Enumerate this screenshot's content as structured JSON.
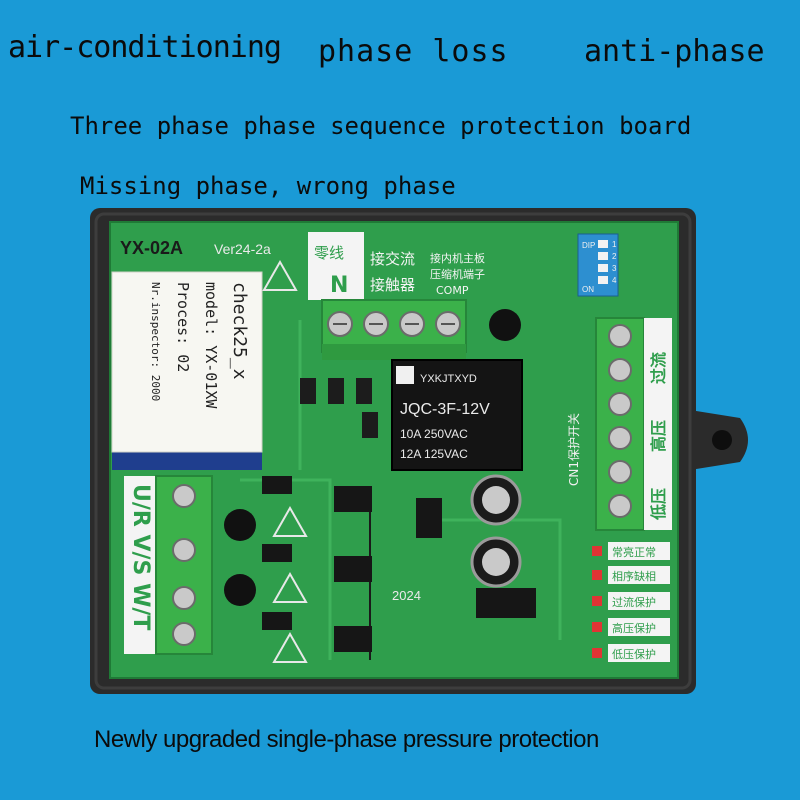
{
  "captions": {
    "air_conditioning": "air-conditioning",
    "phase_loss": "phase loss",
    "anti_phase": "anti-phase",
    "title": "Three phase phase sequence protection board",
    "missing_phase": "Missing phase, wrong phase",
    "upgraded": "Newly upgraded single-phase pressure protection"
  },
  "board": {
    "model": "YX-02A",
    "version": "Ver24-2a",
    "year": "2024",
    "neutral_label": "零线",
    "neutral_letter": "N",
    "contactor_label_1": "接交流",
    "contactor_label_2": "接触器",
    "comp_label_1": "接内机主板",
    "comp_label_2": "压缩机端子",
    "comp_label_3": "COMP",
    "phase_terminals": "U/R V/S W/T",
    "pressure_terminals": [
      "低压",
      "高压",
      "过流"
    ],
    "cn1_label": "CN1保护开关",
    "status_leds": [
      "常亮正常",
      "相序缺相",
      "过流保护",
      "高压保护",
      "低压保护"
    ],
    "dip_label": "DIP",
    "dip_on": "ON",
    "dip_numbers": [
      "1",
      "2",
      "3",
      "4"
    ]
  },
  "relay": {
    "brand": "YXKJTXYD",
    "model": "JQC-3F-12V",
    "rating_1": "10A 250VAC",
    "rating_2": "12A 125VAC"
  },
  "sticker": {
    "check": "check25_x",
    "model": "model: YX-01XW",
    "proces": "Proces: 02",
    "inspector": "Nr.inspector: 2000"
  },
  "colors": {
    "background": "#1a9ad6",
    "housing": "#2a2a2a",
    "pcb": "#2e9e4b",
    "terminal_block": "#3cb04a"
  }
}
